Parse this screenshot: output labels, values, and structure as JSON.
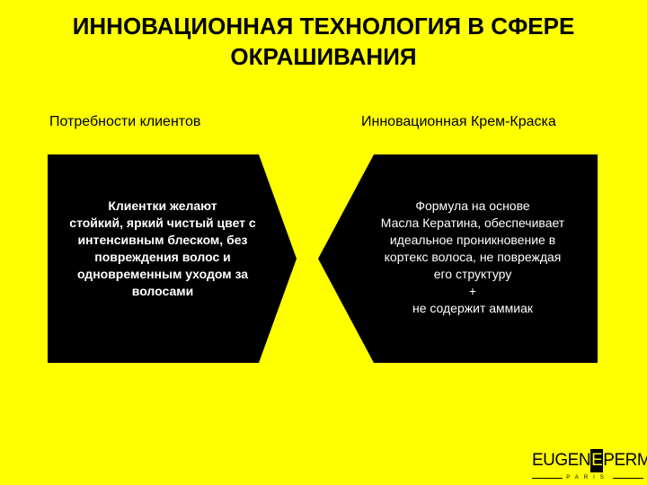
{
  "title": {
    "line1": "ИННОВАЦИОННАЯ ТЕХНОЛОГИЯ В СФЕРЕ",
    "line2": "ОКРАШИВАНИЯ"
  },
  "left": {
    "heading": "Потребности клиентов",
    "text_lines": [
      "Клиентки желают",
      "стойкий, яркий чистый цвет с",
      "интенсивным блеском, без",
      "повреждения волос и",
      "одновременным уходом за",
      "волосами"
    ]
  },
  "right": {
    "heading": "Инновационная Крем-Краска",
    "text_lines": [
      "Формула на основе",
      "Масла Кератина, обеспечивает",
      "идеальное проникновение в",
      "кортекс волоса, не повреждая",
      "его структуру",
      "+",
      "не содержит аммиак"
    ]
  },
  "logo": {
    "part1": "EUGEN",
    "part2": "E",
    "part3": "PERMA",
    "tagline": "PARIS"
  },
  "colors": {
    "background": "#FFFF00",
    "panel": "#000000",
    "panel_text": "#FFFFFF"
  }
}
